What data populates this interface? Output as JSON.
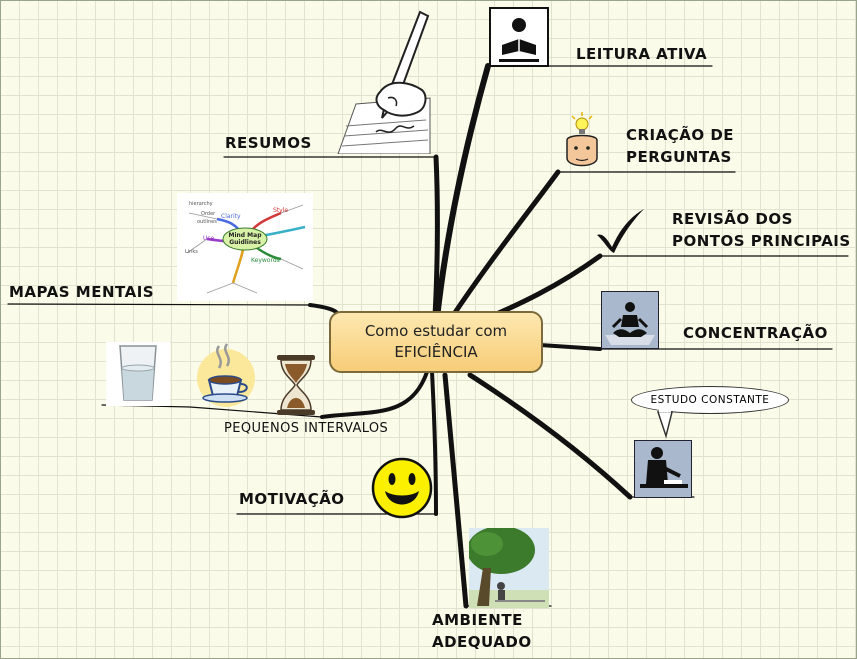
{
  "center": {
    "line1": "Como estudar com",
    "line2": "EFICIÊNCIA"
  },
  "branches": {
    "leitura": "LEITURA ATIVA",
    "perguntas_1": "CRIAÇÃO DE",
    "perguntas_2": "PERGUNTAS",
    "revisao_1": "REVISÃO DOS",
    "revisao_2": "PONTOS PRINCIPAIS",
    "concentracao": "CONCENTRAÇÃO",
    "constante_bubble": "ESTUDO CONSTANTE",
    "ambiente_1": "AMBIENTE",
    "ambiente_2": "ADEQUADO",
    "motivacao": "MOTIVAÇÃO",
    "intervalos": "PEQUENOS INTERVALOS",
    "mapas": "MAPAS MENTAIS",
    "resumos": "RESUMOS"
  },
  "mindmap_thumb": {
    "center": "Mind Map Guidlines",
    "words": [
      "Clarity",
      "Style",
      "Use",
      "Keywords",
      "Links",
      "Order",
      "hierarchy",
      "outlines"
    ]
  },
  "colors": {
    "center_fill": "#f7cd78",
    "grid": "#dfe3cf",
    "background": "#fbfbe9"
  }
}
